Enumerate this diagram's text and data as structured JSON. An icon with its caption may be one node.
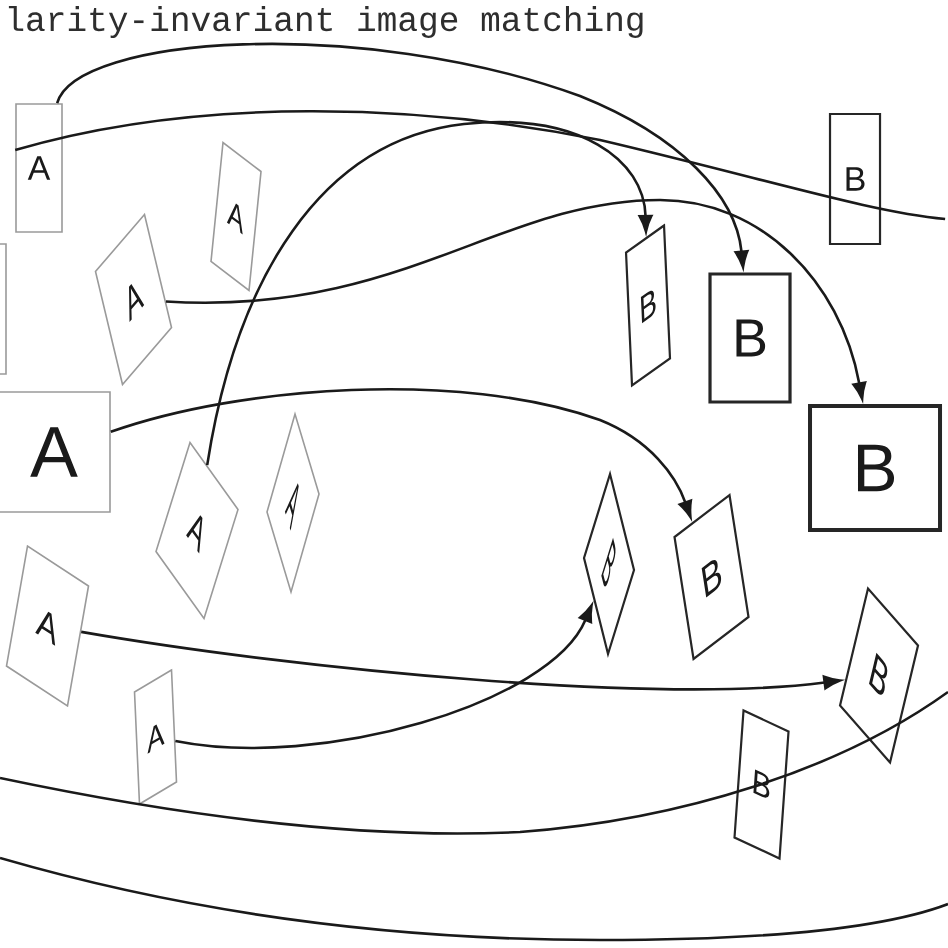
{
  "diagram": {
    "title": "larity-invariant image matching",
    "nodes": [
      {
        "text": [
          "A"
        ]
      },
      {
        "text": [
          "B"
        ]
      },
      {
        "text": [
          "A"
        ]
      },
      {
        "text": [
          "A"
        ]
      },
      {
        "text": [
          "B"
        ]
      },
      {
        "text": [],
        "shape": "box"
      },
      {
        "text": [
          "B"
        ]
      },
      {
        "text": [
          "A"
        ]
      },
      {
        "text": [
          "B"
        ]
      },
      {
        "text": [
          "A"
        ]
      },
      {
        "text": [
          "A"
        ]
      },
      {
        "text": [
          "B"
        ]
      },
      {
        "text": [
          "B"
        ]
      },
      {
        "text": [
          "A"
        ]
      },
      {
        "text": [
          "B"
        ]
      },
      {
        "text": [
          "A"
        ]
      },
      {
        "text": [
          "B"
        ]
      }
    ],
    "edges": [
      {
        "from": 0,
        "to": 1,
        "arrow": "none"
      },
      {
        "from": 0,
        "to": 6,
        "arrow": "to"
      },
      {
        "from": 3,
        "to": 8,
        "arrow": "to"
      },
      {
        "from": 10,
        "to": 4,
        "arrow": "to"
      },
      {
        "from": 7,
        "to": 12,
        "arrow": "to"
      },
      {
        "from": 13,
        "to": 14,
        "arrow": "to"
      },
      {
        "from": 15,
        "to": 11,
        "arrow": "to"
      }
    ]
  }
}
